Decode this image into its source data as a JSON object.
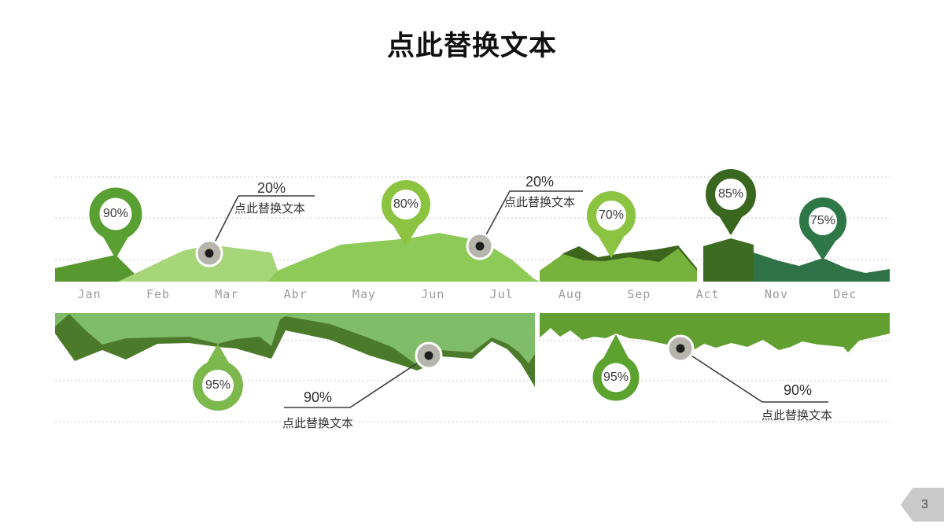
{
  "title": "点此替换文本",
  "page_number": "3",
  "chart": {
    "months": [
      "Jan",
      "Feb",
      "Mar",
      "Abr",
      "May",
      "Jun",
      "Jul",
      "Aug",
      "Sep",
      "Act",
      "Nov",
      "Dec"
    ],
    "pins": [
      {
        "id": "pin-jan-top",
        "value": "90%"
      },
      {
        "id": "pin-may-top",
        "value": "80%"
      },
      {
        "id": "pin-aug-top",
        "value": "70%"
      },
      {
        "id": "pin-act-top",
        "value": "85%"
      },
      {
        "id": "pin-nov-top",
        "value": "75%"
      },
      {
        "id": "pin-mar-bottom",
        "value": "95%"
      },
      {
        "id": "pin-aug-bottom",
        "value": "95%"
      }
    ],
    "callouts": [
      {
        "value": "20%",
        "label": "点此替换文本",
        "anchor": "Mar",
        "side": "top"
      },
      {
        "value": "20%",
        "label": "点此替换文本",
        "anchor": "Jun",
        "side": "top"
      },
      {
        "value": "90%",
        "label": "点此替换文本",
        "anchor": "Jun",
        "side": "bottom"
      },
      {
        "value": "90%",
        "label": "点此替换文本",
        "anchor": "Sep",
        "side": "bottom"
      }
    ]
  },
  "chart_data": {
    "type": "area",
    "title": "点此替换文本",
    "categories": [
      "Jan",
      "Feb",
      "Mar",
      "Abr",
      "May",
      "Jun",
      "Jul",
      "Aug",
      "Sep",
      "Act",
      "Nov",
      "Dec"
    ],
    "series": [
      {
        "name": "upper-area-height-approx",
        "values": [
          33,
          42,
          47,
          47,
          52,
          55,
          20,
          38,
          44,
          52,
          30,
          28
        ]
      },
      {
        "name": "lower-area-depth-approx",
        "values": [
          55,
          32,
          40,
          25,
          48,
          55,
          20,
          30,
          45,
          40,
          42,
          35
        ]
      }
    ],
    "annotations": {
      "pins_top": [
        {
          "month": "Jan",
          "value": "90%"
        },
        {
          "month": "May",
          "value": "80%"
        },
        {
          "month": "Aug",
          "value": "70%"
        },
        {
          "month": "Act",
          "value": "85%"
        },
        {
          "month": "Nov",
          "value": "75%"
        }
      ],
      "pins_bottom": [
        {
          "month": "Mar",
          "value": "95%"
        },
        {
          "month": "Aug",
          "value": "95%"
        }
      ],
      "callouts": [
        {
          "value": "20%",
          "text": "点此替换文本",
          "month": "Mar",
          "side": "top"
        },
        {
          "value": "20%",
          "text": "点此替换文本",
          "month": "Jun",
          "side": "top"
        },
        {
          "value": "90%",
          "text": "点此替换文本",
          "month": "Jun",
          "side": "bottom"
        },
        {
          "value": "90%",
          "text": "点此替换文本",
          "month": "Sep",
          "side": "bottom"
        }
      ]
    },
    "legend": "none",
    "grid": "dotted horizontal lines"
  },
  "colors": {
    "jan_dark": "#57992e",
    "pale_light": "#a6d678",
    "mid_light": "#8dca57",
    "aug_back": "#3e651e",
    "aug_front": "#76b23c",
    "act_block": "#3e6b22",
    "novdec_area": "#2f7245",
    "bottom_left_dark": "#4b7a2b",
    "bottom_left_light": "#80bd69",
    "bottom_right_band": "#619f30",
    "pin_90": "#58a031",
    "pin_80_70": "#8cc442",
    "pin_85": "#3a671f",
    "pin_75": "#2e7747",
    "pin_95_left": "#7db84d",
    "pin_95_right": "#5ba32e",
    "marker_gray": "#b5b5ab",
    "marker_dot": "#1e1e1e",
    "callout_line": "#3c3c3c",
    "month_text": "#9b9b9b",
    "gridline": "#c4c4c4",
    "page_tab": "#c9c9c9"
  }
}
